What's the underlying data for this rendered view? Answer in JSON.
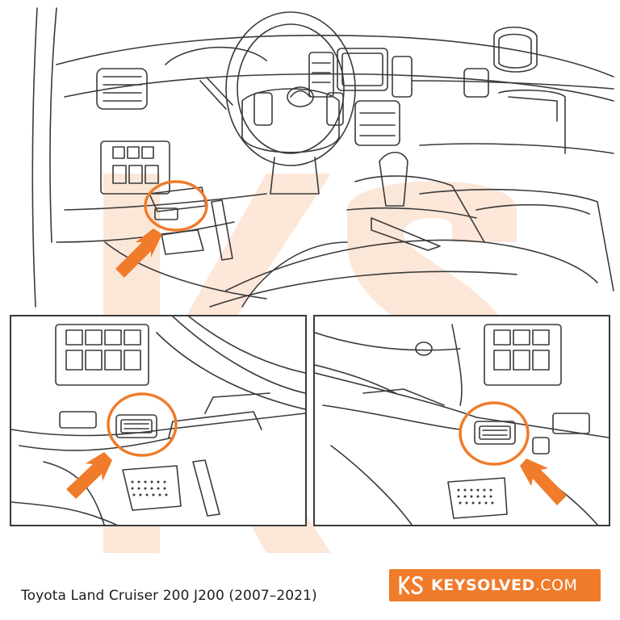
{
  "caption": {
    "text": "Toyota Land Cruiser 200 J200 (2007–2021)"
  },
  "brand": {
    "name": "KEYSOLVED",
    "tld": ".COM",
    "color": "#f07b2a"
  },
  "watermark": {
    "text": "KS",
    "color": "#fbe0cc"
  },
  "colors": {
    "line": "#3a3a3a",
    "highlight": "#f07b2a"
  },
  "icons": [
    "obd-port-icon",
    "arrow-icon",
    "steering-wheel-icon",
    "brand-logo-icon"
  ]
}
